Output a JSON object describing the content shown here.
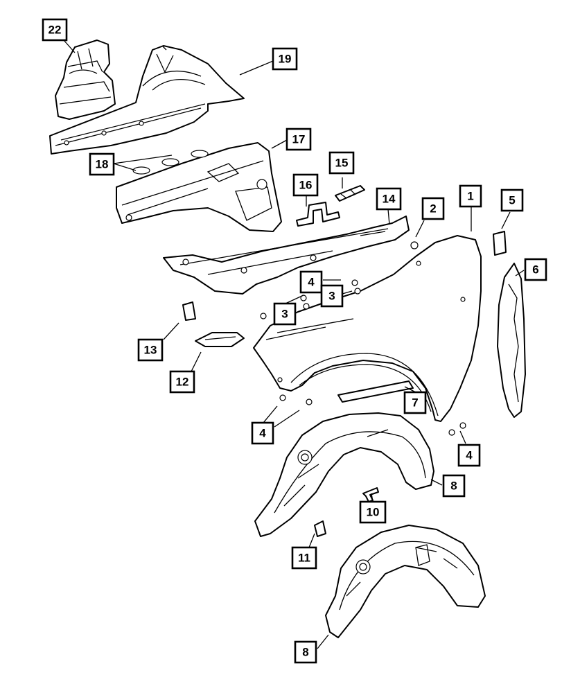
{
  "callouts": [
    {
      "id": "c22",
      "label": "22"
    },
    {
      "id": "c19",
      "label": "19"
    },
    {
      "id": "c17",
      "label": "17"
    },
    {
      "id": "c18",
      "label": "18"
    },
    {
      "id": "c15",
      "label": "15"
    },
    {
      "id": "c16",
      "label": "16"
    },
    {
      "id": "c14",
      "label": "14"
    },
    {
      "id": "c2",
      "label": "2"
    },
    {
      "id": "c1",
      "label": "1"
    },
    {
      "id": "c5",
      "label": "5"
    },
    {
      "id": "c6",
      "label": "6"
    },
    {
      "id": "c4a",
      "label": "4"
    },
    {
      "id": "c3a",
      "label": "3"
    },
    {
      "id": "c3b",
      "label": "3"
    },
    {
      "id": "c13",
      "label": "13"
    },
    {
      "id": "c12",
      "label": "12"
    },
    {
      "id": "c7",
      "label": "7"
    },
    {
      "id": "c4b",
      "label": "4"
    },
    {
      "id": "c4c",
      "label": "4"
    },
    {
      "id": "c8a",
      "label": "8"
    },
    {
      "id": "c10",
      "label": "10"
    },
    {
      "id": "c11",
      "label": "11"
    },
    {
      "id": "c8b",
      "label": "8"
    }
  ]
}
